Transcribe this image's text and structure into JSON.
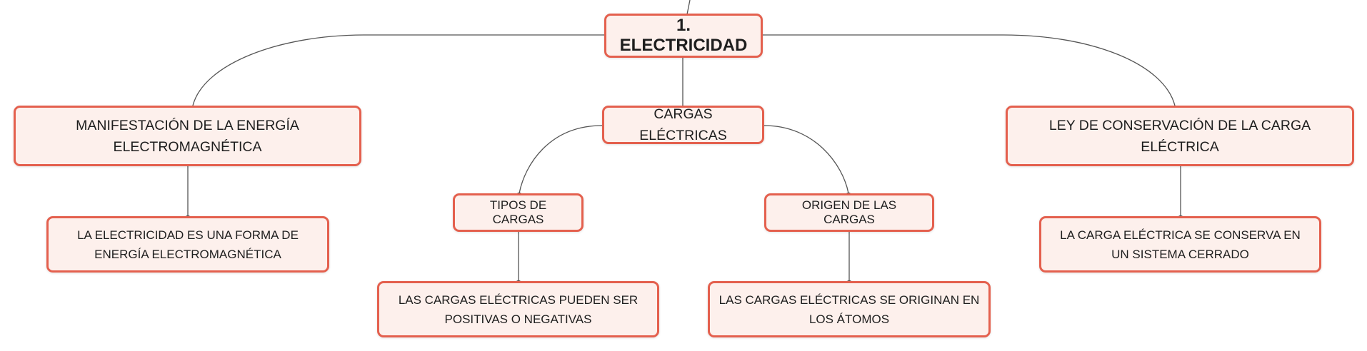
{
  "diagram": {
    "root": {
      "label": "1. ELECTRICIDAD"
    },
    "branches": [
      {
        "label": "MANIFESTACIÓN DE LA ENERGÍA ELECTROMAGNÉTICA",
        "child": {
          "label": "LA ELECTRICIDAD ES UNA FORMA DE ENERGÍA ELECTROMAGNÉTICA"
        }
      },
      {
        "label": "CARGAS ELÉCTRICAS",
        "children": [
          {
            "label": "TIPOS DE CARGAS",
            "child": {
              "label": "LAS CARGAS ELÉCTRICAS PUEDEN SER POSITIVAS O NEGATIVAS"
            }
          },
          {
            "label": "ORIGEN DE LAS CARGAS",
            "child": {
              "label": "LAS CARGAS ELÉCTRICAS SE ORIGINAN EN LOS ÁTOMOS"
            }
          }
        ]
      },
      {
        "label": "LEY DE CONSERVACIÓN DE LA CARGA ELÉCTRICA",
        "child": {
          "label": "LA CARGA ELÉCTRICA SE CONSERVA EN UN SISTEMA CERRADO"
        }
      }
    ]
  },
  "colors": {
    "node_border": "#e4604e",
    "node_fill": "#fdf0ec",
    "connector": "#555555",
    "text": "#1e1e1e"
  }
}
